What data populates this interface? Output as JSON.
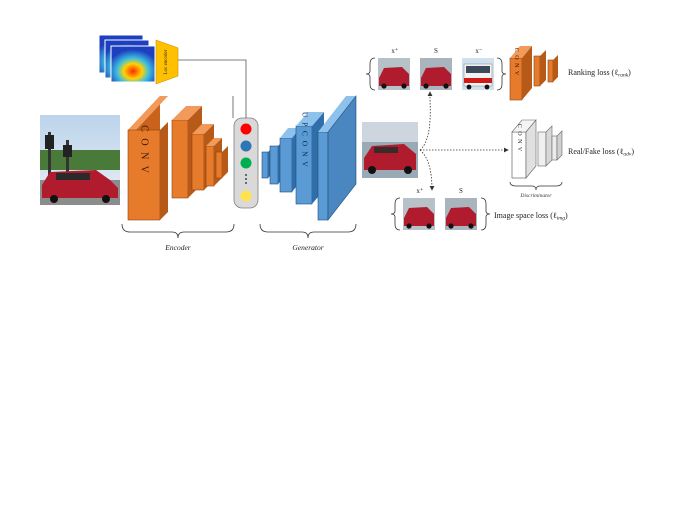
{
  "labels": {
    "encoder_conv": "C O N V",
    "decoder_upconv": "U P C O N V",
    "small_conv_rank": "C O N V",
    "small_conv_disc": "C O N V",
    "loc_encoder": "Loc encoder",
    "encoder_caption": "Encoder",
    "generator_caption": "Generator",
    "discriminator_caption": "Discriminator",
    "xplus_top": "x⁺",
    "s_top": "S",
    "xminus_top": "x⁻",
    "xplus_bottom": "x⁺",
    "s_bottom": "S",
    "ranking_loss": "Ranking loss (ℓ",
    "ranking_loss_sub": "rank",
    "realfake_loss": "Real/Fake loss (ℓ",
    "realfake_loss_sub": "adv",
    "image_loss": "Image space loss (ℓ",
    "image_loss_sub": "img",
    "close_paren": ")"
  },
  "colors": {
    "conv_orange": "#e77b2c",
    "conv_orange_dark": "#b85a17",
    "upconv_blue": "#5b9bd5",
    "upconv_blue_dark": "#2f6ea8",
    "disc_gray": "#e8e8e8",
    "loc_yellow": "#ffc000",
    "dot_red": "#ff0000",
    "dot_blue": "#2e75b6",
    "dot_green": "#00b050",
    "dot_yellow": "#ffe24d",
    "car_red": "#b01c2e"
  },
  "latent_vector": {
    "dots": [
      "red-dot",
      "blue-dot",
      "green-dot",
      "vertical-ellipsis",
      "yellow-dot"
    ]
  }
}
